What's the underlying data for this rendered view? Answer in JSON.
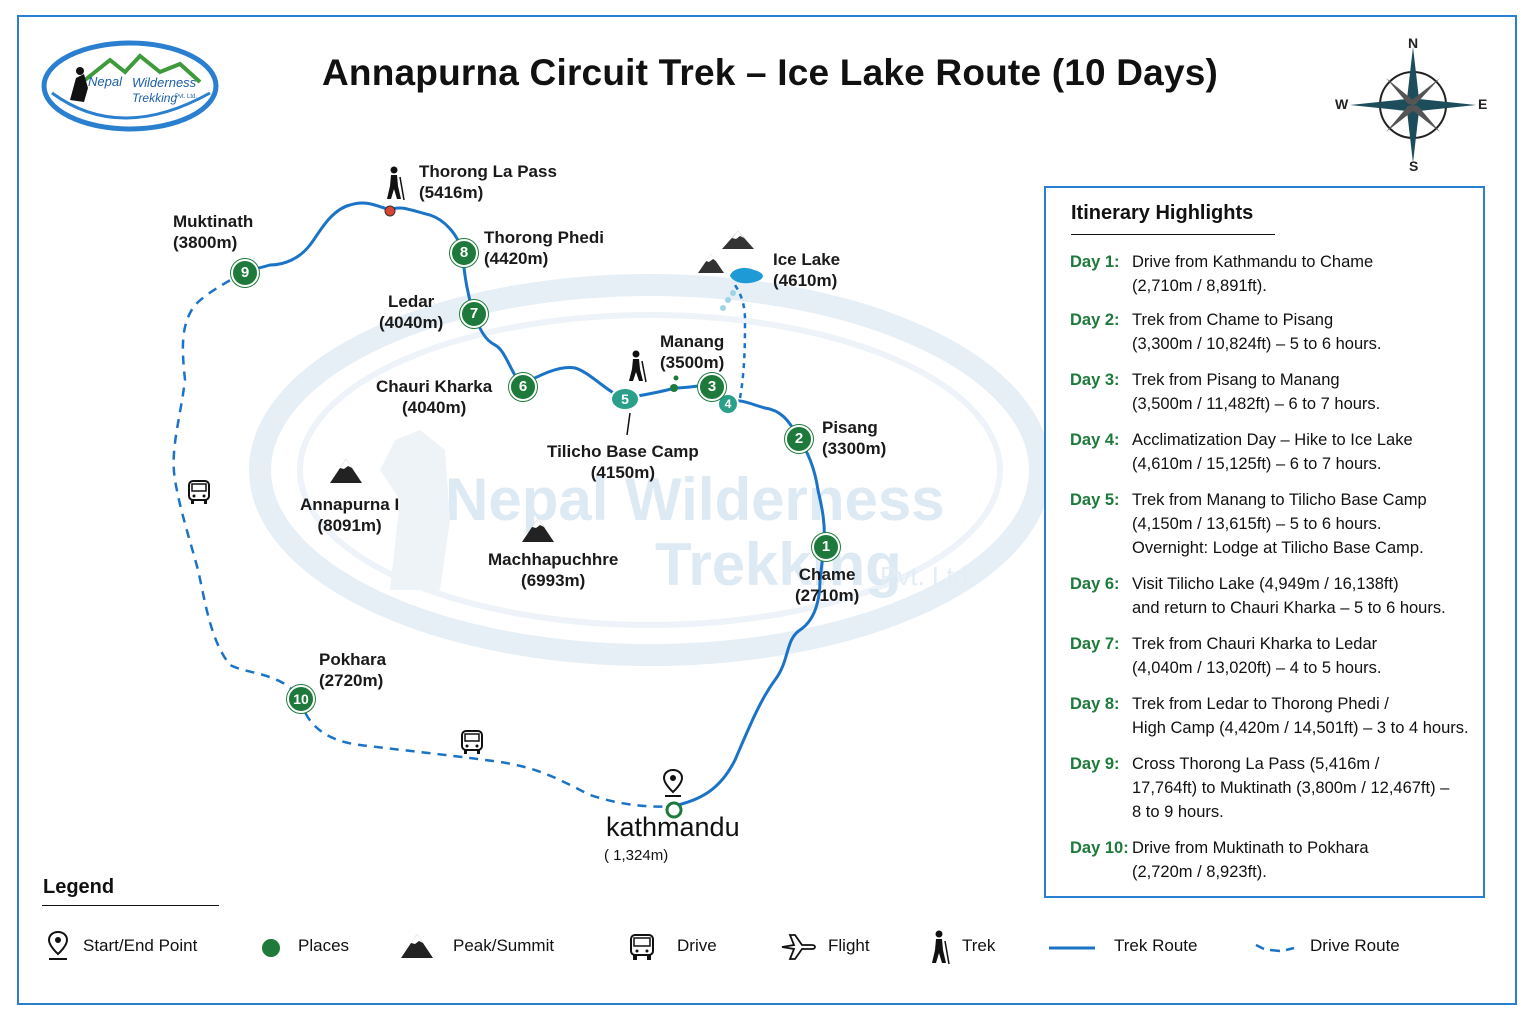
{
  "title": "Annapurna Circuit Trek – Ice Lake Route (10 Days)",
  "logo": {
    "word1": "Nepal",
    "word2": "Wilderness",
    "word3": "Trekking",
    "suffix": "Pvt. Ltd."
  },
  "compass": {
    "n": "N",
    "e": "E",
    "s": "S",
    "w": "W"
  },
  "watermark": {
    "line1": "Nepal Wilderness",
    "line2": "Trekking",
    "suffix": "Pvt. Ltd."
  },
  "places": [
    {
      "id": "thorong-la-pass",
      "name": "Thorong La Pass",
      "alt": "(5416m)"
    },
    {
      "id": "muktinath",
      "name": "Muktinath",
      "alt": "(3800m)",
      "stop": "9"
    },
    {
      "id": "thorong-phedi",
      "name": "Thorong Phedi",
      "alt": "(4420m)",
      "stop": "8"
    },
    {
      "id": "ledar",
      "name": "Ledar",
      "alt": "(4040m)",
      "stop": "7"
    },
    {
      "id": "ice-lake",
      "name": "Ice Lake",
      "alt": "(4610m)"
    },
    {
      "id": "manang",
      "name": "Manang",
      "alt": "(3500m)",
      "stop": "3"
    },
    {
      "id": "chauri-kharka",
      "name": "Chauri Kharka",
      "alt": "(4040m)",
      "stop": "6"
    },
    {
      "id": "tilicho-base-camp",
      "name": "Tilicho Base Camp",
      "alt": "(4150m)",
      "stop": "5"
    },
    {
      "id": "acclimatization",
      "stop": "4"
    },
    {
      "id": "pisang",
      "name": "Pisang",
      "alt": "(3300m)",
      "stop": "2"
    },
    {
      "id": "chame",
      "name": "Chame",
      "alt": "(2710m)",
      "stop": "1"
    },
    {
      "id": "pokhara",
      "name": "Pokhara",
      "alt": "(2720m)",
      "stop": "10"
    }
  ],
  "peaks": [
    {
      "name": "Annapurna I",
      "alt": "(8091m)"
    },
    {
      "name": "Machhapuchhre",
      "alt": "(6993m)"
    }
  ],
  "kathmandu": {
    "name": "kathmandu",
    "alt": "( 1,324m)"
  },
  "itinerary": {
    "title": "Itinerary Highlights",
    "days": [
      {
        "label": "Day 1:",
        "lines": [
          "Drive from Kathmandu to Chame",
          "(2,710m / 8,891ft)."
        ]
      },
      {
        "label": "Day 2:",
        "lines": [
          "Trek from Chame to Pisang",
          "(3,300m / 10,824ft) – 5 to 6 hours."
        ]
      },
      {
        "label": "Day 3:",
        "lines": [
          "Trek from Pisang to Manang",
          "(3,500m / 11,482ft) – 6 to 7 hours."
        ]
      },
      {
        "label": "Day 4:",
        "lines": [
          "Acclimatization Day – Hike to Ice Lake",
          "(4,610m / 15,125ft) – 6 to 7 hours."
        ]
      },
      {
        "label": "Day 5:",
        "lines": [
          "Trek from Manang to Tilicho Base Camp",
          "(4,150m / 13,615ft) – 5 to 6 hours.",
          "Overnight: Lodge at Tilicho Base Camp."
        ]
      },
      {
        "label": "Day 6:",
        "lines": [
          "Visit Tilicho Lake (4,949m / 16,138ft)",
          "and return to Chauri Kharka – 5 to 6 hours."
        ]
      },
      {
        "label": "Day 7:",
        "lines": [
          "Trek from Chauri Kharka to Ledar",
          "(4,040m / 13,020ft) – 4 to 5 hours."
        ]
      },
      {
        "label": "Day 8:",
        "lines": [
          "Trek from Ledar to Thorong Phedi /",
          "High Camp (4,420m / 14,501ft) – 3 to 4 hours."
        ]
      },
      {
        "label": "Day 9:",
        "lines": [
          "Cross Thorong La Pass (5,416m /",
          "17,764ft) to Muktinath (3,800m / 12,467ft) –",
          "8 to 9 hours."
        ]
      },
      {
        "label": "Day 10:",
        "lines": [
          "Drive from Muktinath to Pokhara",
          "(2,720m / 8,923ft)."
        ]
      }
    ]
  },
  "legend": {
    "title": "Legend",
    "items": [
      {
        "icon": "start-end-pin-icon",
        "label": "Start/End Point"
      },
      {
        "icon": "place-dot-icon",
        "label": "Places"
      },
      {
        "icon": "peak-icon",
        "label": "Peak/Summit"
      },
      {
        "icon": "bus-icon",
        "label": "Drive"
      },
      {
        "icon": "airplane-icon",
        "label": "Flight"
      },
      {
        "icon": "hiker-icon",
        "label": "Trek"
      },
      {
        "icon": "solid-line-icon",
        "label": "Trek Route"
      },
      {
        "icon": "dashed-line-icon",
        "label": "Drive Route"
      }
    ]
  },
  "colors": {
    "route": "#1a73c7",
    "place": "#1d7a3a",
    "dayLabel": "#1d7a3a",
    "frame": "#2a7fd0",
    "pass": "#d9432f",
    "tilicho": "#2aa08a"
  }
}
